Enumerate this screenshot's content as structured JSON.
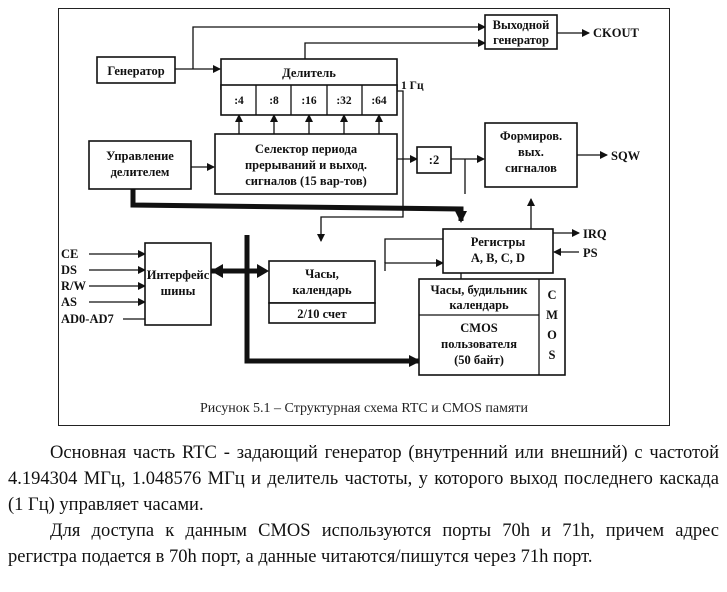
{
  "figure": {
    "caption": "Рисунок 5.1 – Структурная схема RTC и CMOS памяти",
    "blocks": {
      "generator": "Генератор",
      "output_gen": [
        "Выходной",
        "генератор"
      ],
      "divider": "Делитель",
      "divider_taps": [
        ":4",
        ":8",
        ":16",
        ":32",
        ":64"
      ],
      "divider_ctrl": [
        "Управление",
        "делителем"
      ],
      "selector": [
        "Селектор периода",
        "прерываний и выход.",
        "сигналов (15 вар-тов)"
      ],
      "div2": ":2",
      "wave_former": [
        "Формиров.",
        "вых.",
        "сигналов"
      ],
      "registers": [
        "Регистры",
        "A, B, C, D"
      ],
      "bus_interface": [
        "Интерфейс",
        "шины"
      ],
      "clock": [
        "Часы,",
        "календарь"
      ],
      "count": "2/10 счет",
      "alarm": [
        "Часы, будильник",
        "календарь"
      ],
      "cmos_user": [
        "CMOS",
        "пользователя",
        "(50 байт)"
      ],
      "cmos_vertical": "CMOS"
    },
    "signals": {
      "ckout": "CKOUT",
      "one_hz": "1 Гц",
      "sqw": "SQW",
      "irq": "IRQ",
      "ps": "PS",
      "inputs": [
        "CE",
        "DS",
        "R/W",
        "AS",
        "AD0-AD7"
      ]
    }
  },
  "paragraphs": [
    "Основная часть RTC - задающий генератор (внутренний или внешний) с частотой 4.194304 МГц, 1.048576 МГц и делитель частоты, у которого выход последнего каскада (1 Гц) управляет часами.",
    "Для доступа к данным CMOS используются порты 70h и 71h, причем адрес регистра подается в 70h порт, а данные читаются/пишутся через 71h порт."
  ]
}
